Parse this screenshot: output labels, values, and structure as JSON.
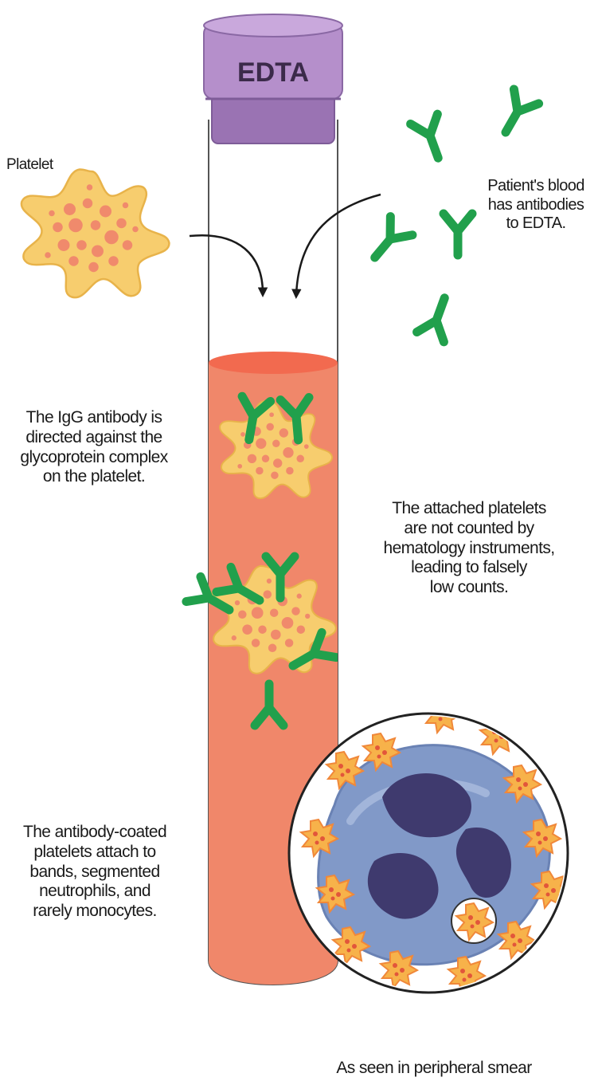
{
  "tube": {
    "cap_label": "EDTA",
    "colors": {
      "cap": "#b58fcb",
      "cap_dark": "#9a73b3",
      "blood": "#f0876a",
      "blood_top": "#f26a4f"
    }
  },
  "labels": {
    "platelet": "Platelet",
    "patient_blood": [
      "Patient's blood",
      "has antibodies",
      "to EDTA."
    ],
    "igg": [
      "The IgG antibody is",
      "directed against the",
      "glycoprotein complex",
      "on the platelet."
    ],
    "attached": [
      "The attached platelets",
      "are not counted by",
      "hematology instruments,",
      "leading to falsely",
      "low counts."
    ],
    "coated": [
      "The antibody-coated",
      "platelets attach to",
      "bands, segmented",
      "neutrophils, and",
      "rarely monocytes."
    ],
    "smear": "As seen in peripheral smear"
  },
  "icons": [
    "platelet-icon",
    "antibody-icon",
    "arrow-icon",
    "neutrophil-icon"
  ],
  "colors": {
    "platelet": "#f7cd6e",
    "granule": "#f08a6c",
    "antibody": "#21a04c",
    "cell": "#8199c8",
    "nucleus": "#3f3a6e"
  }
}
